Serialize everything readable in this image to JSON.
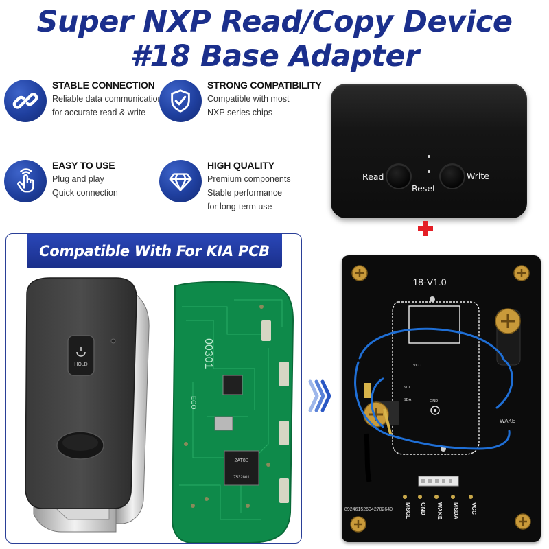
{
  "title": {
    "line1": "Super NXP Read/Copy Device",
    "line2": "#18 Base Adapter"
  },
  "features": [
    {
      "icon": "chain-link-icon",
      "title": "STABLE CONNECTION",
      "lines": [
        "Reliable data communication",
        "for accurate read & write"
      ]
    },
    {
      "icon": "shield-check-icon",
      "title": "STRONG COMPATIBILITY",
      "lines": [
        "Compatible with most",
        "NXP series chips"
      ]
    },
    {
      "icon": "hand-pointer-icon",
      "title": "EASY TO USE",
      "lines": [
        "Plug and play",
        "Quick connection"
      ]
    },
    {
      "icon": "diamond-icon",
      "title": "HIGH QUALITY",
      "lines": [
        "Premium components",
        "Stable performance",
        "for long-term use"
      ]
    }
  ],
  "device": {
    "read_label": "Read",
    "write_label": "Write",
    "reset_label": "Reset"
  },
  "kia": {
    "banner": "Compatible With For KIA PCB",
    "hold_label": "HOLD",
    "pcb_marks": [
      "00301",
      "2AT8B",
      "7532801",
      "ECO"
    ]
  },
  "board": {
    "model": "18-V1.0",
    "serial": "892461526042702640",
    "pin_labels": [
      "MSCL",
      "GND",
      "WAKE",
      "MSDA",
      "VCC"
    ],
    "small_labels": [
      "VCC",
      "SCL",
      "SDA",
      "GND",
      "WAKE"
    ]
  },
  "colors": {
    "brand_blue": "#1b2f8c",
    "accent_red": "#e41e26",
    "pcb_green": "#0e8a4a",
    "wire_blue": "#1f6fd6"
  }
}
